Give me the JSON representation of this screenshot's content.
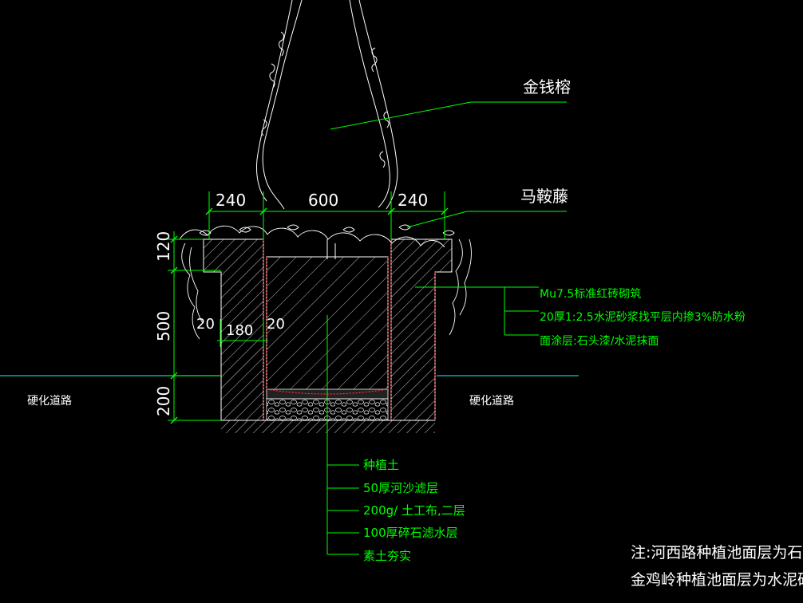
{
  "labels": {
    "tree": "金钱榕",
    "vine": "马鞍藤",
    "layer_brick": "Mu7.5标准红砖砌筑",
    "layer_mortar": "20厚1:2.5水泥砂浆找平层内掺3%防水粉",
    "layer_finish": "面涂层:石头漆/水泥抹面",
    "road_left": "硬化道路",
    "road_right": "硬化道路",
    "bottom_1": "种植土",
    "bottom_2": "50厚河沙滤层",
    "bottom_3": "200g/  土工布,二层",
    "bottom_4": "100厚碎石滤水层",
    "bottom_5": "素土夯实",
    "note_1": "注:河西路种植池面层为石",
    "note_2": "金鸡岭种植池面层为水泥砂"
  },
  "dimensions": {
    "top_left": "240",
    "top_mid": "600",
    "top_right": "240",
    "v_120": "120",
    "v_500": "500",
    "v_200": "200",
    "inner_20_left": "20",
    "inner_180": "180",
    "inner_20_right": "20"
  },
  "colors": {
    "background": "#000000",
    "leader": "#00ff00",
    "text": "#00ff00",
    "dim": "#ffffff",
    "hatch": "#ffffff",
    "wall_line": "#ff3333",
    "ground": "#00cccc",
    "note": "#ffffff"
  }
}
